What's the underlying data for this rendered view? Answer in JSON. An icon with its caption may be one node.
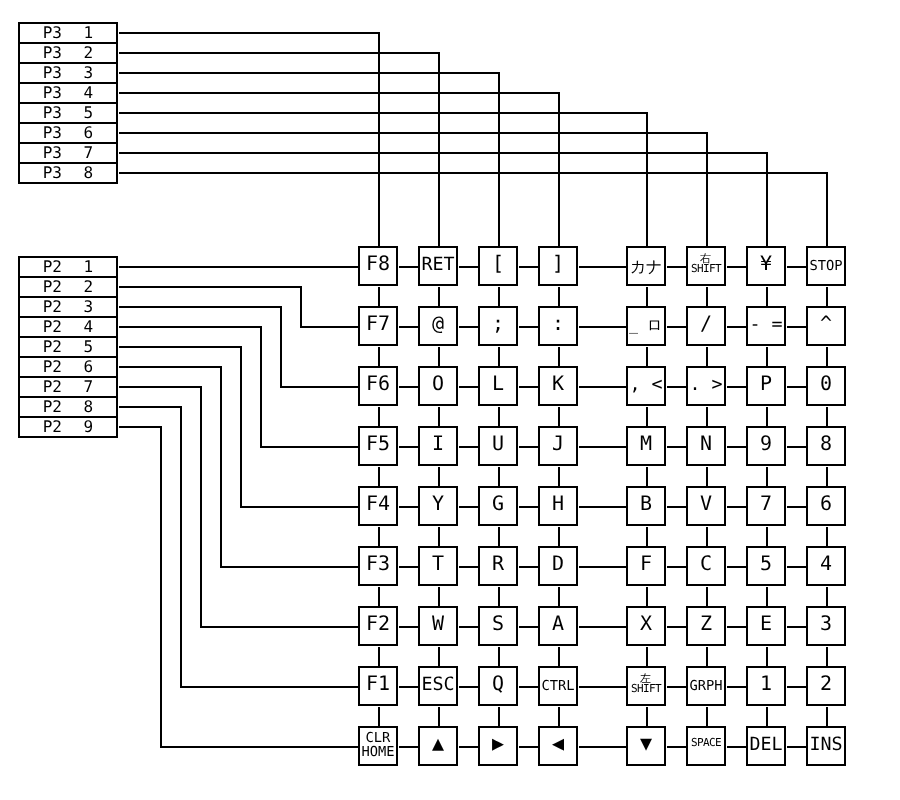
{
  "diagram": {
    "nodes": [
      {
        "text": [
          "P3 1"
        ]
      },
      {
        "text": [
          "P3 2"
        ]
      },
      {
        "text": [
          "P3 3"
        ]
      },
      {
        "text": [
          "P3 4"
        ]
      },
      {
        "text": [
          "P3 5"
        ]
      },
      {
        "text": [
          "P3 6"
        ]
      },
      {
        "text": [
          "P3 7"
        ]
      },
      {
        "text": [
          "P3 8"
        ]
      },
      {
        "text": [
          "P2 1"
        ]
      },
      {
        "text": [
          "P2 2"
        ]
      },
      {
        "text": [
          "P2 3"
        ]
      },
      {
        "text": [
          "P2 4"
        ]
      },
      {
        "text": [
          "P2 5"
        ]
      },
      {
        "text": [
          "P2 6"
        ]
      },
      {
        "text": [
          "P2 7"
        ]
      },
      {
        "text": [
          "P2 8"
        ]
      },
      {
        "text": [
          "P2 9"
        ]
      },
      {
        "text": [
          "F8"
        ]
      },
      {
        "text": [
          "RET"
        ]
      },
      {
        "text": [
          "["
        ]
      },
      {
        "text": [
          "]"
        ]
      },
      {
        "text": [
          "カナ"
        ]
      },
      {
        "text": [
          "右 SHIFT"
        ]
      },
      {
        "text": [
          "¥"
        ]
      },
      {
        "text": [
          "STOP"
        ]
      },
      {
        "text": [
          "F7"
        ]
      },
      {
        "text": [
          "@"
        ]
      },
      {
        "text": [
          ";"
        ]
      },
      {
        "text": [
          ":"
        ]
      },
      {
        "text": [
          "_ ロ"
        ]
      },
      {
        "text": [
          "/"
        ]
      },
      {
        "text": [
          "- ="
        ]
      },
      {
        "text": [
          "^"
        ]
      },
      {
        "text": [
          "F6"
        ]
      },
      {
        "text": [
          "O"
        ]
      },
      {
        "text": [
          "L"
        ]
      },
      {
        "text": [
          "K"
        ]
      },
      {
        "text": [
          ", <"
        ]
      },
      {
        "text": [
          ". >"
        ]
      },
      {
        "text": [
          "P"
        ]
      },
      {
        "text": [
          "0"
        ]
      },
      {
        "text": [
          "F5"
        ]
      },
      {
        "text": [
          "I"
        ]
      },
      {
        "text": [
          "U"
        ]
      },
      {
        "text": [
          "J"
        ]
      },
      {
        "text": [
          "M"
        ]
      },
      {
        "text": [
          "N"
        ]
      },
      {
        "text": [
          "9"
        ]
      },
      {
        "text": [
          "8"
        ]
      },
      {
        "text": [
          "F4"
        ]
      },
      {
        "text": [
          "Y"
        ]
      },
      {
        "text": [
          "G"
        ]
      },
      {
        "text": [
          "H"
        ]
      },
      {
        "text": [
          "B"
        ]
      },
      {
        "text": [
          "V"
        ]
      },
      {
        "text": [
          "7"
        ]
      },
      {
        "text": [
          "6"
        ]
      },
      {
        "text": [
          "F3"
        ]
      },
      {
        "text": [
          "T"
        ]
      },
      {
        "text": [
          "R"
        ]
      },
      {
        "text": [
          "D"
        ]
      },
      {
        "text": [
          "F"
        ]
      },
      {
        "text": [
          "C"
        ]
      },
      {
        "text": [
          "5"
        ]
      },
      {
        "text": [
          "4"
        ]
      },
      {
        "text": [
          "F2"
        ]
      },
      {
        "text": [
          "W"
        ]
      },
      {
        "text": [
          "S"
        ]
      },
      {
        "text": [
          "A"
        ]
      },
      {
        "text": [
          "X"
        ]
      },
      {
        "text": [
          "Z"
        ]
      },
      {
        "text": [
          "E"
        ]
      },
      {
        "text": [
          "3"
        ]
      },
      {
        "text": [
          "F1"
        ]
      },
      {
        "text": [
          "ESC"
        ]
      },
      {
        "text": [
          "Q"
        ]
      },
      {
        "text": [
          "CTRL"
        ]
      },
      {
        "text": [
          "左 SHIFT"
        ]
      },
      {
        "text": [
          "GRPH"
        ]
      },
      {
        "text": [
          "1"
        ]
      },
      {
        "text": [
          "2"
        ]
      },
      {
        "text": [
          "CLR HOME"
        ]
      },
      {
        "text": [
          "▲"
        ]
      },
      {
        "text": [
          "▶"
        ]
      },
      {
        "text": [
          "◀"
        ]
      },
      {
        "text": [
          "▼"
        ]
      },
      {
        "text": [
          "SPACE"
        ]
      },
      {
        "text": [
          "DEL"
        ]
      },
      {
        "text": [
          "INS"
        ]
      }
    ],
    "edges": [
      {
        "from": 0,
        "to": 17,
        "arrow": "none"
      },
      {
        "from": 1,
        "to": 18,
        "arrow": "none"
      },
      {
        "from": 2,
        "to": 19,
        "arrow": "none"
      },
      {
        "from": 3,
        "to": 20,
        "arrow": "none"
      },
      {
        "from": 4,
        "to": 21,
        "arrow": "none"
      },
      {
        "from": 5,
        "to": 22,
        "arrow": "none"
      },
      {
        "from": 6,
        "to": 23,
        "arrow": "none"
      },
      {
        "from": 7,
        "to": 24,
        "arrow": "none"
      },
      {
        "from": 8,
        "to": 17,
        "arrow": "none"
      },
      {
        "from": 9,
        "to": 25,
        "arrow": "none"
      },
      {
        "from": 10,
        "to": 33,
        "arrow": "none"
      },
      {
        "from": 11,
        "to": 41,
        "arrow": "none"
      },
      {
        "from": 12,
        "to": 49,
        "arrow": "none"
      },
      {
        "from": 13,
        "to": 57,
        "arrow": "none"
      },
      {
        "from": 14,
        "to": 65,
        "arrow": "none"
      },
      {
        "from": 15,
        "to": 73,
        "arrow": "none"
      },
      {
        "from": 16,
        "to": 81,
        "arrow": "none"
      },
      {
        "from": 17,
        "to": 18,
        "arrow": "none"
      },
      {
        "from": 18,
        "to": 19,
        "arrow": "none"
      },
      {
        "from": 19,
        "to": 20,
        "arrow": "none"
      },
      {
        "from": 20,
        "to": 21,
        "arrow": "none"
      },
      {
        "from": 21,
        "to": 22,
        "arrow": "none"
      },
      {
        "from": 22,
        "to": 23,
        "arrow": "none"
      },
      {
        "from": 23,
        "to": 24,
        "arrow": "none"
      },
      {
        "from": 25,
        "to": 26,
        "arrow": "none"
      },
      {
        "from": 26,
        "to": 27,
        "arrow": "none"
      },
      {
        "from": 27,
        "to": 28,
        "arrow": "none"
      },
      {
        "from": 28,
        "to": 29,
        "arrow": "none"
      },
      {
        "from": 29,
        "to": 30,
        "arrow": "none"
      },
      {
        "from": 30,
        "to": 31,
        "arrow": "none"
      },
      {
        "from": 31,
        "to": 32,
        "arrow": "none"
      },
      {
        "from": 33,
        "to": 34,
        "arrow": "none"
      },
      {
        "from": 34,
        "to": 35,
        "arrow": "none"
      },
      {
        "from": 35,
        "to": 36,
        "arrow": "none"
      },
      {
        "from": 36,
        "to": 37,
        "arrow": "none"
      },
      {
        "from": 37,
        "to": 38,
        "arrow": "none"
      },
      {
        "from": 38,
        "to": 39,
        "arrow": "none"
      },
      {
        "from": 39,
        "to": 40,
        "arrow": "none"
      },
      {
        "from": 41,
        "to": 42,
        "arrow": "none"
      },
      {
        "from": 42,
        "to": 43,
        "arrow": "none"
      },
      {
        "from": 43,
        "to": 44,
        "arrow": "none"
      },
      {
        "from": 44,
        "to": 45,
        "arrow": "none"
      },
      {
        "from": 45,
        "to": 46,
        "arrow": "none"
      },
      {
        "from": 46,
        "to": 47,
        "arrow": "none"
      },
      {
        "from": 47,
        "to": 48,
        "arrow": "none"
      },
      {
        "from": 49,
        "to": 50,
        "arrow": "none"
      },
      {
        "from": 50,
        "to": 51,
        "arrow": "none"
      },
      {
        "from": 51,
        "to": 52,
        "arrow": "none"
      },
      {
        "from": 52,
        "to": 53,
        "arrow": "none"
      },
      {
        "from": 53,
        "to": 54,
        "arrow": "none"
      },
      {
        "from": 54,
        "to": 55,
        "arrow": "none"
      },
      {
        "from": 55,
        "to": 56,
        "arrow": "none"
      },
      {
        "from": 57,
        "to": 58,
        "arrow": "none"
      },
      {
        "from": 58,
        "to": 59,
        "arrow": "none"
      },
      {
        "from": 59,
        "to": 60,
        "arrow": "none"
      },
      {
        "from": 60,
        "to": 61,
        "arrow": "none"
      },
      {
        "from": 61,
        "to": 62,
        "arrow": "none"
      },
      {
        "from": 62,
        "to": 63,
        "arrow": "none"
      },
      {
        "from": 63,
        "to": 64,
        "arrow": "none"
      },
      {
        "from": 65,
        "to": 66,
        "arrow": "none"
      },
      {
        "from": 66,
        "to": 67,
        "arrow": "none"
      },
      {
        "from": 67,
        "to": 68,
        "arrow": "none"
      },
      {
        "from": 68,
        "to": 69,
        "arrow": "none"
      },
      {
        "from": 69,
        "to": 70,
        "arrow": "none"
      },
      {
        "from": 70,
        "to": 71,
        "arrow": "none"
      },
      {
        "from": 71,
        "to": 72,
        "arrow": "none"
      },
      {
        "from": 73,
        "to": 74,
        "arrow": "none"
      },
      {
        "from": 74,
        "to": 75,
        "arrow": "none"
      },
      {
        "from": 75,
        "to": 76,
        "arrow": "none"
      },
      {
        "from": 76,
        "to": 77,
        "arrow": "none"
      },
      {
        "from": 77,
        "to": 78,
        "arrow": "none"
      },
      {
        "from": 78,
        "to": 79,
        "arrow": "none"
      },
      {
        "from": 79,
        "to": 80,
        "arrow": "none"
      },
      {
        "from": 81,
        "to": 82,
        "arrow": "none"
      },
      {
        "from": 82,
        "to": 83,
        "arrow": "none"
      },
      {
        "from": 83,
        "to": 84,
        "arrow": "none"
      },
      {
        "from": 84,
        "to": 85,
        "arrow": "none"
      },
      {
        "from": 85,
        "to": 86,
        "arrow": "none"
      },
      {
        "from": 86,
        "to": 87,
        "arrow": "none"
      },
      {
        "from": 87,
        "to": 88,
        "arrow": "none"
      },
      {
        "from": 17,
        "to": 25,
        "arrow": "none"
      },
      {
        "from": 25,
        "to": 33,
        "arrow": "none"
      },
      {
        "from": 33,
        "to": 41,
        "arrow": "none"
      },
      {
        "from": 41,
        "to": 49,
        "arrow": "none"
      },
      {
        "from": 49,
        "to": 57,
        "arrow": "none"
      },
      {
        "from": 57,
        "to": 65,
        "arrow": "none"
      },
      {
        "from": 65,
        "to": 73,
        "arrow": "none"
      },
      {
        "from": 73,
        "to": 81,
        "arrow": "none"
      },
      {
        "from": 18,
        "to": 26,
        "arrow": "none"
      },
      {
        "from": 26,
        "to": 34,
        "arrow": "none"
      },
      {
        "from": 34,
        "to": 42,
        "arrow": "none"
      },
      {
        "from": 42,
        "to": 50,
        "arrow": "none"
      },
      {
        "from": 50,
        "to": 58,
        "arrow": "none"
      },
      {
        "from": 58,
        "to": 66,
        "arrow": "none"
      },
      {
        "from": 66,
        "to": 74,
        "arrow": "none"
      },
      {
        "from": 74,
        "to": 82,
        "arrow": "none"
      },
      {
        "from": 19,
        "to": 27,
        "arrow": "none"
      },
      {
        "from": 27,
        "to": 35,
        "arrow": "none"
      },
      {
        "from": 35,
        "to": 43,
        "arrow": "none"
      },
      {
        "from": 43,
        "to": 51,
        "arrow": "none"
      },
      {
        "from": 51,
        "to": 59,
        "arrow": "none"
      },
      {
        "from": 59,
        "to": 67,
        "arrow": "none"
      },
      {
        "from": 67,
        "to": 75,
        "arrow": "none"
      },
      {
        "from": 75,
        "to": 83,
        "arrow": "none"
      },
      {
        "from": 20,
        "to": 28,
        "arrow": "none"
      },
      {
        "from": 28,
        "to": 36,
        "arrow": "none"
      },
      {
        "from": 36,
        "to": 44,
        "arrow": "none"
      },
      {
        "from": 44,
        "to": 52,
        "arrow": "none"
      },
      {
        "from": 52,
        "to": 60,
        "arrow": "none"
      },
      {
        "from": 60,
        "to": 68,
        "arrow": "none"
      },
      {
        "from": 68,
        "to": 76,
        "arrow": "none"
      },
      {
        "from": 76,
        "to": 84,
        "arrow": "none"
      },
      {
        "from": 21,
        "to": 29,
        "arrow": "none"
      },
      {
        "from": 29,
        "to": 37,
        "arrow": "none"
      },
      {
        "from": 37,
        "to": 45,
        "arrow": "none"
      },
      {
        "from": 45,
        "to": 53,
        "arrow": "none"
      },
      {
        "from": 53,
        "to": 61,
        "arrow": "none"
      },
      {
        "from": 61,
        "to": 69,
        "arrow": "none"
      },
      {
        "from": 69,
        "to": 77,
        "arrow": "none"
      },
      {
        "from": 77,
        "to": 85,
        "arrow": "none"
      },
      {
        "from": 22,
        "to": 30,
        "arrow": "none"
      },
      {
        "from": 30,
        "to": 38,
        "arrow": "none"
      },
      {
        "from": 38,
        "to": 46,
        "arrow": "none"
      },
      {
        "from": 46,
        "to": 54,
        "arrow": "none"
      },
      {
        "from": 54,
        "to": 62,
        "arrow": "none"
      },
      {
        "from": 62,
        "to": 70,
        "arrow": "none"
      },
      {
        "from": 70,
        "to": 78,
        "arrow": "none"
      },
      {
        "from": 78,
        "to": 86,
        "arrow": "none"
      },
      {
        "from": 23,
        "to": 31,
        "arrow": "none"
      },
      {
        "from": 31,
        "to": 39,
        "arrow": "none"
      },
      {
        "from": 39,
        "to": 47,
        "arrow": "none"
      },
      {
        "from": 47,
        "to": 55,
        "arrow": "none"
      },
      {
        "from": 55,
        "to": 63,
        "arrow": "none"
      },
      {
        "from": 63,
        "to": 71,
        "arrow": "none"
      },
      {
        "from": 71,
        "to": 79,
        "arrow": "none"
      },
      {
        "from": 79,
        "to": 87,
        "arrow": "none"
      },
      {
        "from": 24,
        "to": 32,
        "arrow": "none"
      },
      {
        "from": 32,
        "to": 40,
        "arrow": "none"
      },
      {
        "from": 40,
        "to": 48,
        "arrow": "none"
      },
      {
        "from": 48,
        "to": 56,
        "arrow": "none"
      },
      {
        "from": 56,
        "to": 64,
        "arrow": "none"
      },
      {
        "from": 64,
        "to": 72,
        "arrow": "none"
      },
      {
        "from": 72,
        "to": 80,
        "arrow": "none"
      },
      {
        "from": 80,
        "to": 88,
        "arrow": "none"
      }
    ]
  }
}
